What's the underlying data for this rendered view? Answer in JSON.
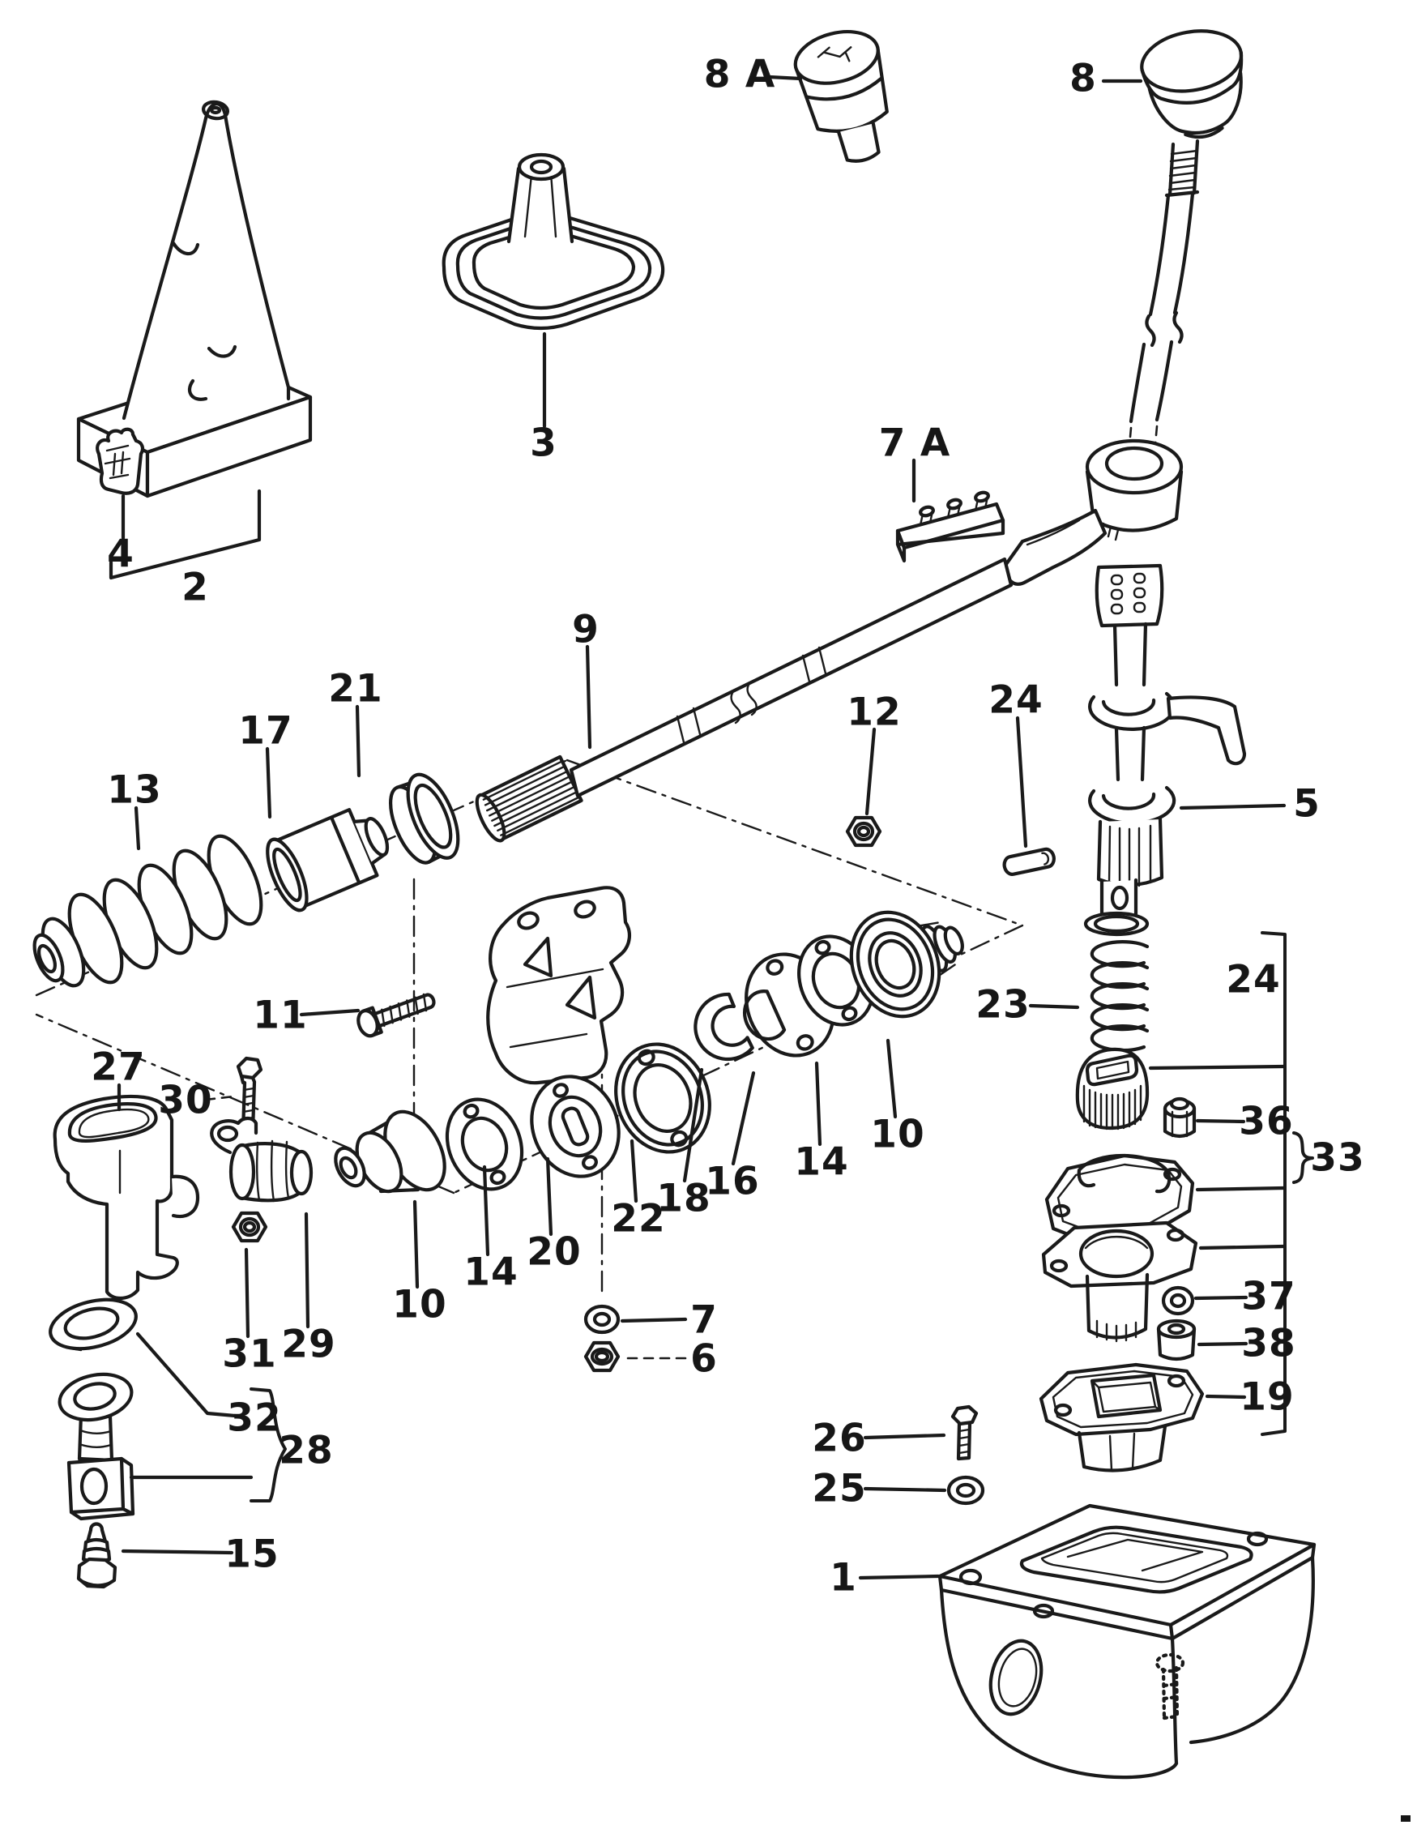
{
  "canvas": {
    "background": "#ffffff",
    "ink": "#1a1a1a"
  },
  "labels": [
    {
      "id": "8A",
      "text": "8 A"
    },
    {
      "id": "8",
      "text": "8"
    },
    {
      "id": "3",
      "text": "3"
    },
    {
      "id": "4",
      "text": "4"
    },
    {
      "id": "2",
      "text": "2"
    },
    {
      "id": "7A",
      "text": "7 A"
    },
    {
      "id": "9",
      "text": "9"
    },
    {
      "id": "21",
      "text": "21"
    },
    {
      "id": "17",
      "text": "17"
    },
    {
      "id": "13",
      "text": "13"
    },
    {
      "id": "12",
      "text": "12"
    },
    {
      "id": "24a",
      "text": "24"
    },
    {
      "id": "5",
      "text": "5"
    },
    {
      "id": "23",
      "text": "23"
    },
    {
      "id": "24b",
      "text": "24"
    },
    {
      "id": "36",
      "text": "36"
    },
    {
      "id": "33",
      "text": "33"
    },
    {
      "id": "37",
      "text": "37"
    },
    {
      "id": "38",
      "text": "38"
    },
    {
      "id": "19",
      "text": "19"
    },
    {
      "id": "26",
      "text": "26"
    },
    {
      "id": "25",
      "text": "25"
    },
    {
      "id": "1",
      "text": "1"
    },
    {
      "id": "27",
      "text": "27"
    },
    {
      "id": "30",
      "text": "30"
    },
    {
      "id": "11",
      "text": "11"
    },
    {
      "id": "31",
      "text": "31"
    },
    {
      "id": "29",
      "text": "29"
    },
    {
      "id": "10a",
      "text": "10"
    },
    {
      "id": "14a",
      "text": "14"
    },
    {
      "id": "20",
      "text": "20"
    },
    {
      "id": "22",
      "text": "22"
    },
    {
      "id": "18",
      "text": "18"
    },
    {
      "id": "16",
      "text": "16"
    },
    {
      "id": "14b",
      "text": "14"
    },
    {
      "id": "10b",
      "text": "10"
    },
    {
      "id": "7",
      "text": "7"
    },
    {
      "id": "6",
      "text": "6"
    },
    {
      "id": "15",
      "text": "15"
    },
    {
      "id": "32",
      "text": "32"
    },
    {
      "id": "28",
      "text": "28"
    }
  ]
}
